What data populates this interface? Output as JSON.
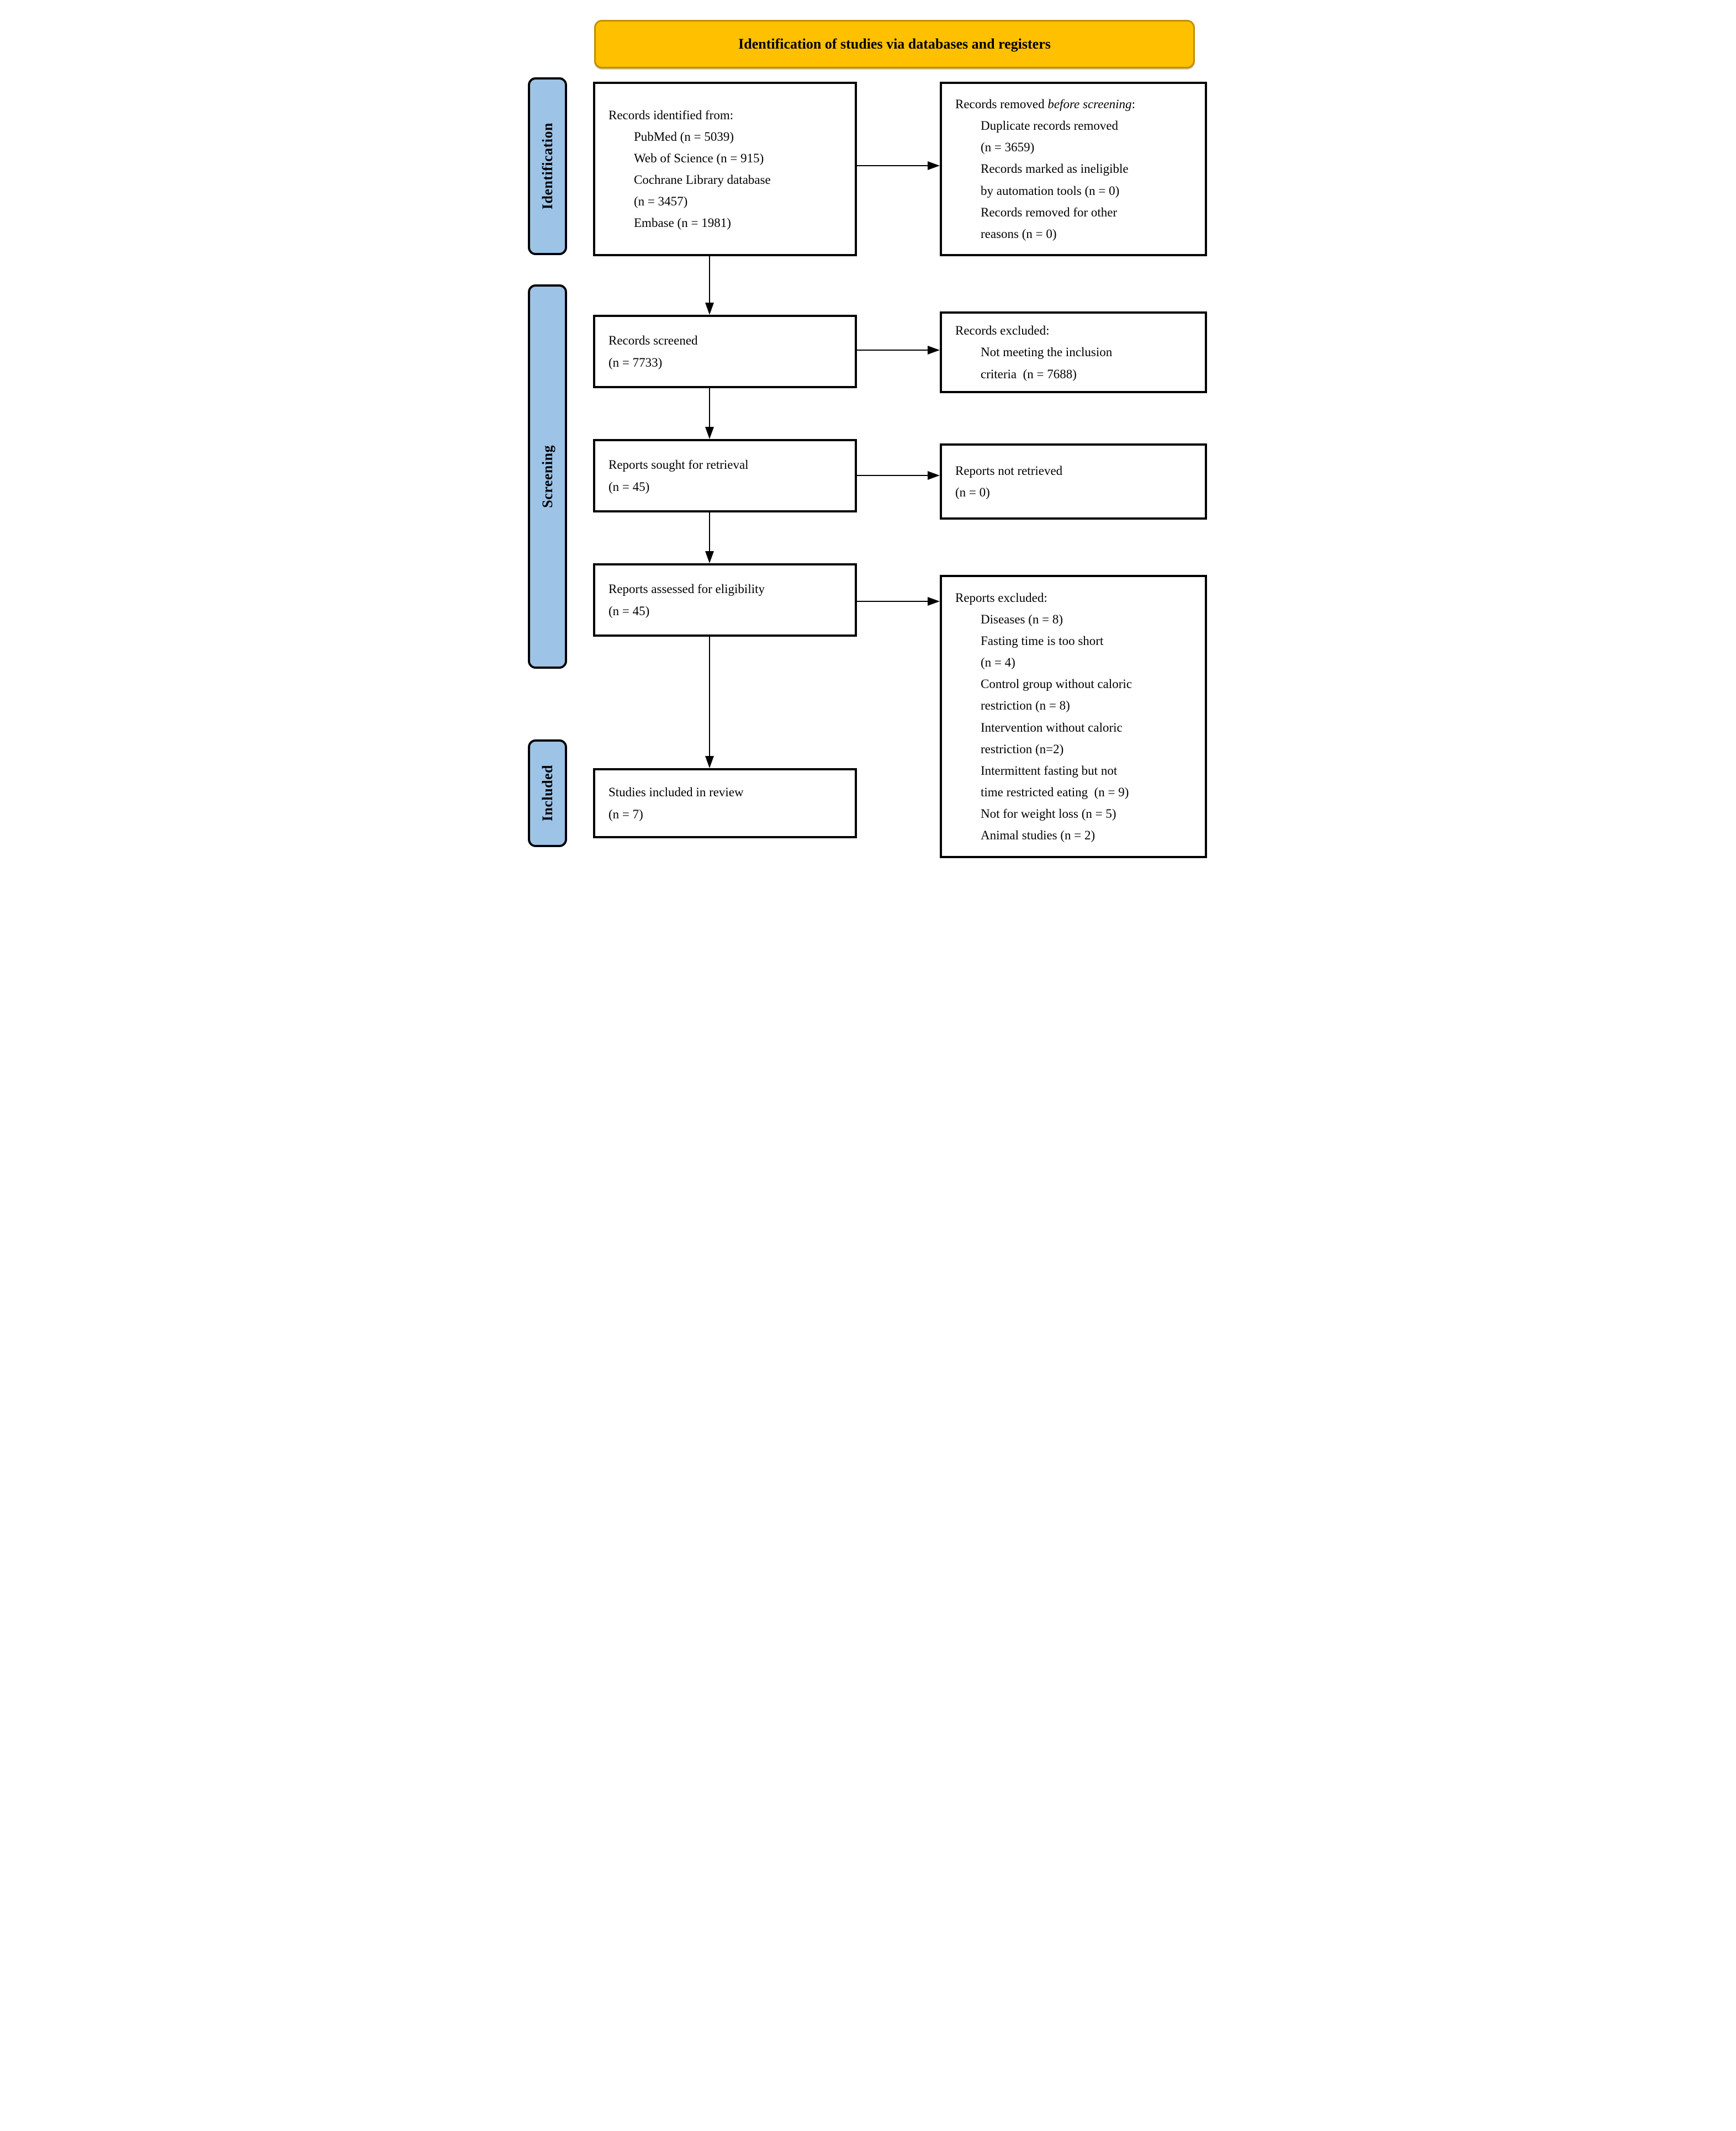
{
  "banner": {
    "title": "Identification of studies via databases and registers"
  },
  "stages": [
    {
      "label": "Identification"
    },
    {
      "label": "Screening"
    },
    {
      "label": "Included"
    }
  ],
  "boxes": {
    "records_identified": {
      "lines": [
        "Records identified from:",
        "PubMed (n = 5039)",
        "Web of Science (n = 915)",
        "Cochrane Library database",
        "(n = 3457)",
        "Embase (n = 1981)"
      ]
    },
    "records_removed": {
      "header_prefix": "Records removed ",
      "header_italic": "before screening",
      "header_suffix": ":",
      "lines": [
        "Duplicate records removed",
        "(n = 3659)",
        "Records marked as ineligible",
        "by automation tools (n = 0)",
        "Records removed for other",
        "reasons (n = 0)"
      ]
    },
    "records_screened": {
      "lines": [
        "Records screened",
        "(n = 7733)"
      ]
    },
    "records_excluded": {
      "lines": [
        "Records excluded:",
        "Not meeting the inclusion",
        "criteria  (n = 7688)"
      ]
    },
    "reports_sought": {
      "lines": [
        "Reports sought for retrieval",
        "(n = 45)"
      ]
    },
    "reports_not_retrieved": {
      "lines": [
        "Reports not retrieved",
        "(n = 0)"
      ]
    },
    "reports_assessed": {
      "lines": [
        "Reports assessed for eligibility",
        "(n = 45)"
      ]
    },
    "reports_excluded": {
      "lines": [
        "Reports excluded:",
        "Diseases (n = 8)",
        "Fasting time is too short",
        "(n = 4)",
        "Control group without caloric",
        "restriction (n = 8)",
        "Intervention without caloric",
        "restriction (n=2)",
        "Intermittent fasting but not",
        "time restricted eating  (n = 9)",
        "Not for weight loss (n = 5)",
        "Animal studies (n = 2)"
      ]
    },
    "studies_included": {
      "lines": [
        "Studies included in review",
        "(n = 7)"
      ]
    }
  },
  "colors": {
    "banner_fill": "#FFC000",
    "banner_border": "#BF8F00",
    "stage_fill": "#9DC3E6",
    "box_border": "#000000",
    "text": "#000000"
  }
}
